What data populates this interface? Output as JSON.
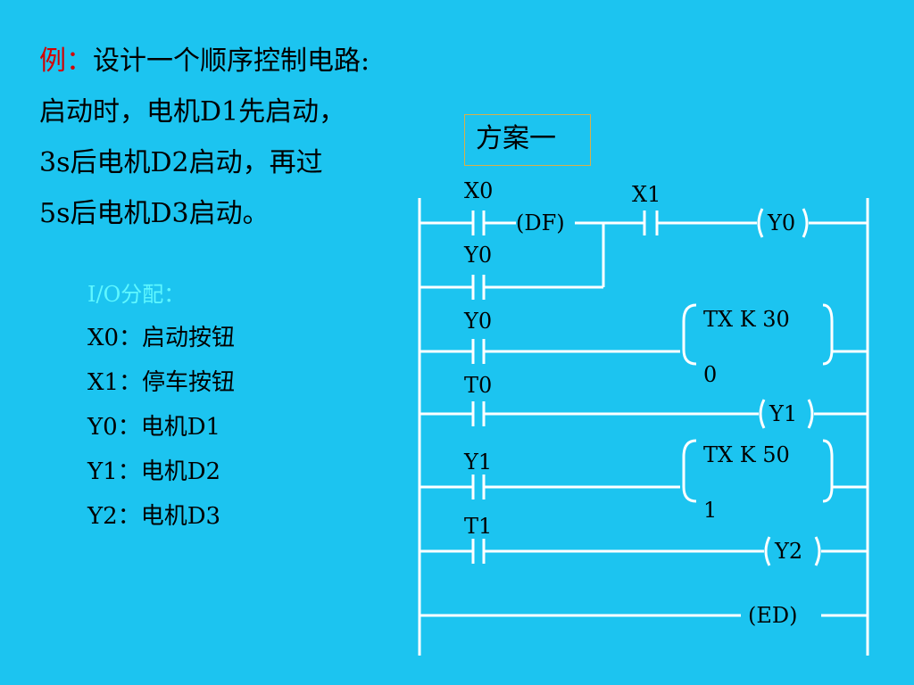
{
  "problem": {
    "prefix": "例：",
    "title": "设计一个顺序控制电路:",
    "line1": "启动时，电机D1先启动，",
    "line2": "3s后电机D2启动，再过",
    "line3": "5s后电机D3启动。"
  },
  "io": {
    "heading": "I/O分配：",
    "items": [
      "X0：启动按钮",
      "X1：停车按钮",
      "Y0：电机D1",
      "Y1：电机D2",
      "Y2：电机D3"
    ]
  },
  "scheme_label": "方案一",
  "ladder": {
    "x0": "X0",
    "df": "(DF)",
    "x1": "X1",
    "y0_coil": "Y0",
    "y0_hold": "Y0",
    "y0_contact": "Y0",
    "timer0_a": "TX K  30",
    "timer0_b": "0",
    "t0": "T0",
    "y1_coil": "Y1",
    "y1_contact": "Y1",
    "timer1_a": "TX K  50",
    "timer1_b": "1",
    "t1": "T1",
    "y2_coil": "Y2",
    "ed": "(ED)"
  }
}
